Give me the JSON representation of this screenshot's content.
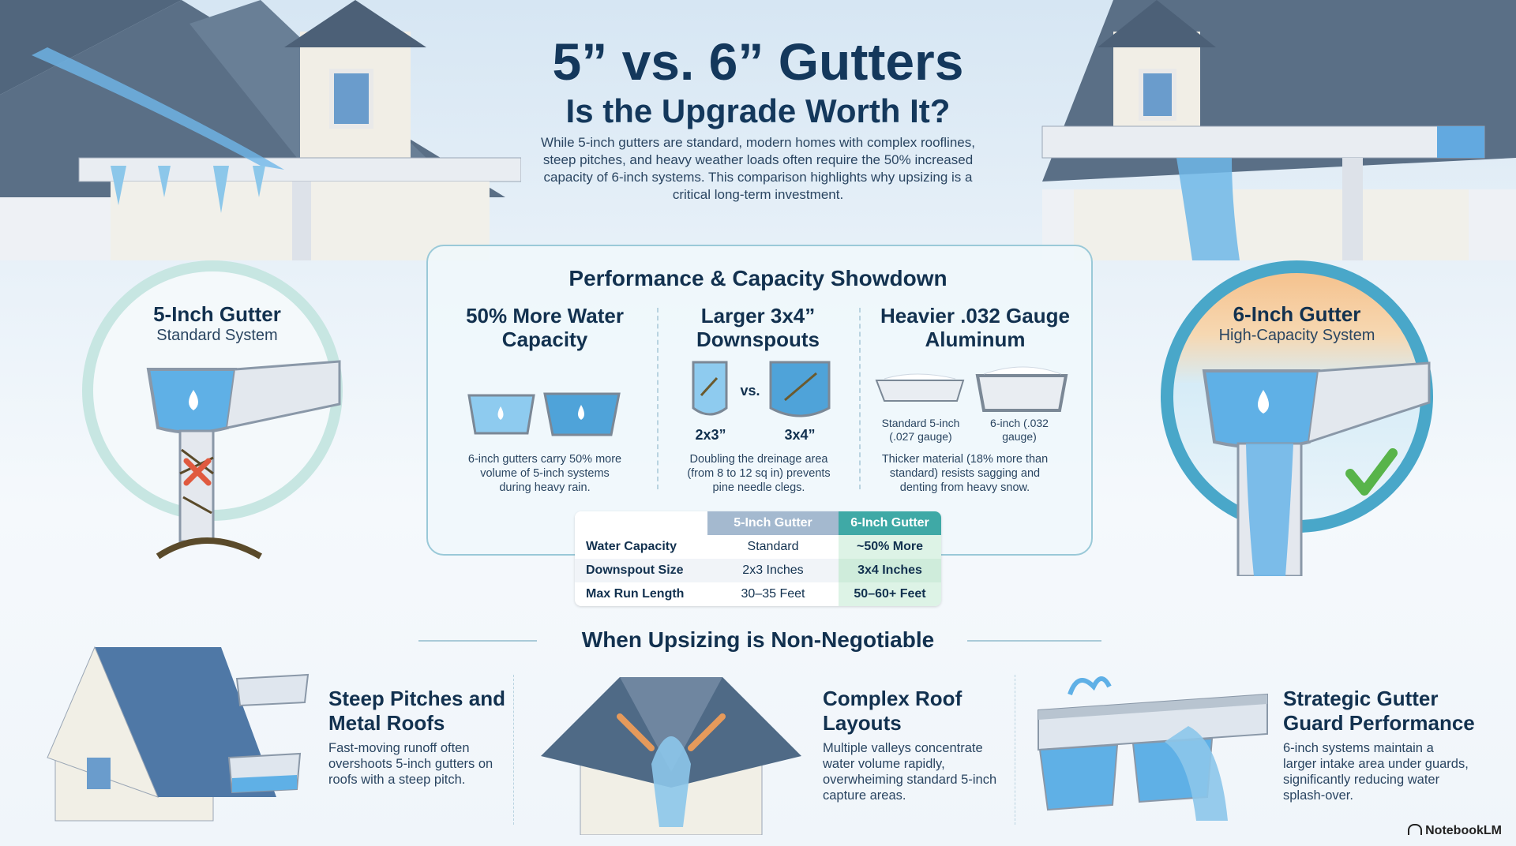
{
  "header": {
    "title_line1": "5” vs. 6” Gutters",
    "title_line2": "Is the Upgrade Worth It?",
    "intro": "While 5-inch gutters are standard, modern homes with complex rooflines, steep pitches, and heavy weather loads often require the 50% increased capacity of 6-inch systems. This comparison highlights why upsizing is a critical long-term investment."
  },
  "left_badge": {
    "title": "5-Inch Gutter",
    "subtitle": "Standard System"
  },
  "right_badge": {
    "title": "6-Inch Gutter",
    "subtitle": "High-Capacity System"
  },
  "showdown": {
    "title": "Performance & Capacity Showdown",
    "cols": [
      {
        "heading": "50% More Water Capacity",
        "caption": "6-inch gutters carry 50% more volume of 5-inch systems during heavy rain."
      },
      {
        "heading": "Larger 3x4” Downspouts",
        "vs": "vs.",
        "label_a": "2x3”",
        "label_b": "3x4”",
        "caption": "Doubling the dreinage area (from 8 to 12 sq in) prevents pine needle clegs."
      },
      {
        "heading": "Heavier .032 Gauge Aluminum",
        "label_a": "Standard 5-inch (.027 gauge)",
        "label_b": "6-inch (.032 gauge)",
        "caption": "Thicker material (18% more than standard) resists sagging and denting from heavy snow."
      }
    ]
  },
  "table": {
    "headers": [
      "",
      "5-Inch Gutter",
      "6-Inch Gutter"
    ],
    "rows": [
      {
        "label": "Water Capacity",
        "five": "Standard",
        "six": "~50% More"
      },
      {
        "label": "Downspout Size",
        "five": "2x3 Inches",
        "six": "3x4 Inches"
      },
      {
        "label": "Max Run Length",
        "five": "30–35 Feet",
        "six": "50–60+ Feet"
      }
    ]
  },
  "section2": {
    "title": "When Upsizing is Non-Negotiable",
    "cards": [
      {
        "title": "Steep Pitches and Metal Roofs",
        "text": "Fast-moving runoff often overshoots 5-inch gutters on roofs with a steep pitch."
      },
      {
        "title": "Complex Roof Layouts",
        "text": "Multiple valleys concentrate water volume rapidly, overwheiming standard 5-inch capture areas."
      },
      {
        "title": "Strategic Gutter Guard Performance",
        "text": "6-inch systems maintain a larger intake area under guards, significantly reducing water splash-over."
      }
    ]
  },
  "brand": "NotebookLM",
  "colors": {
    "navy": "#12314f",
    "teal": "#3fa9a6",
    "water": "#4fa3d9",
    "x_red": "#e05a3f",
    "check_green": "#58b44a"
  }
}
